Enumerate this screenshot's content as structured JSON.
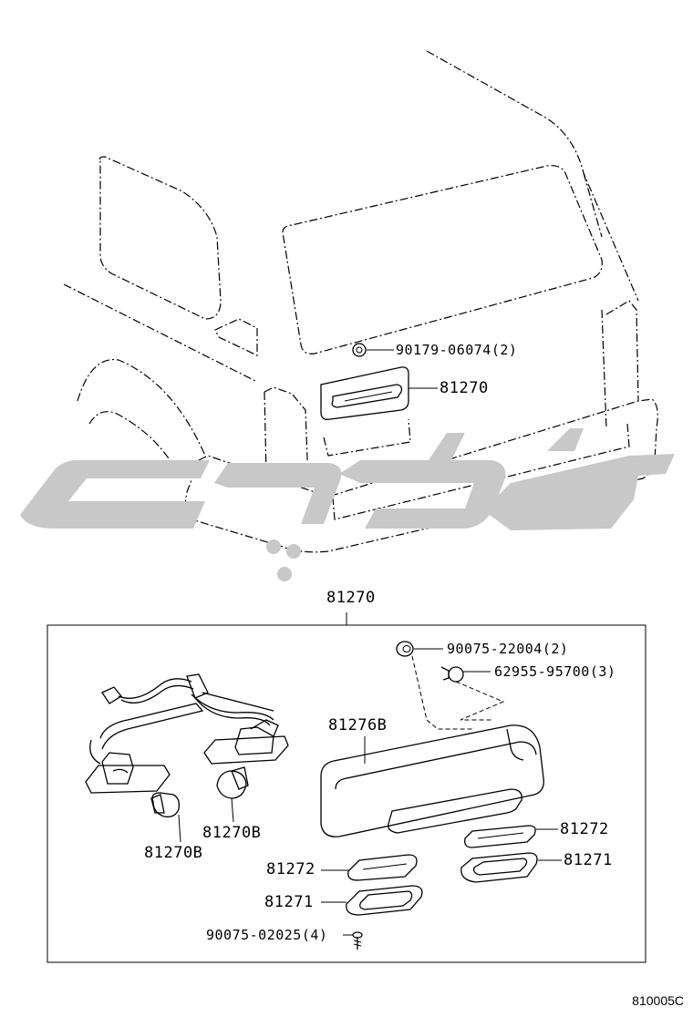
{
  "diagram_code": "810005C",
  "watermark_text": "كيكي",
  "callouts": {
    "top_nut": "90179-06074(2)",
    "top_lamp": "81270",
    "assembly": "81270",
    "grommet": "90075-22004(2)",
    "clip": "62955-95700(3)",
    "lens": "81276B",
    "bulb_left": "81270B",
    "bulb_right": "81270B",
    "pad_right": "81272",
    "gasket_right": "81271",
    "pad_left": "81272",
    "gasket_left": "81271",
    "screw": "90075-02025(4)"
  },
  "colors": {
    "line": "#000000",
    "watermark": "#c8c8c8",
    "background": "#ffffff"
  }
}
